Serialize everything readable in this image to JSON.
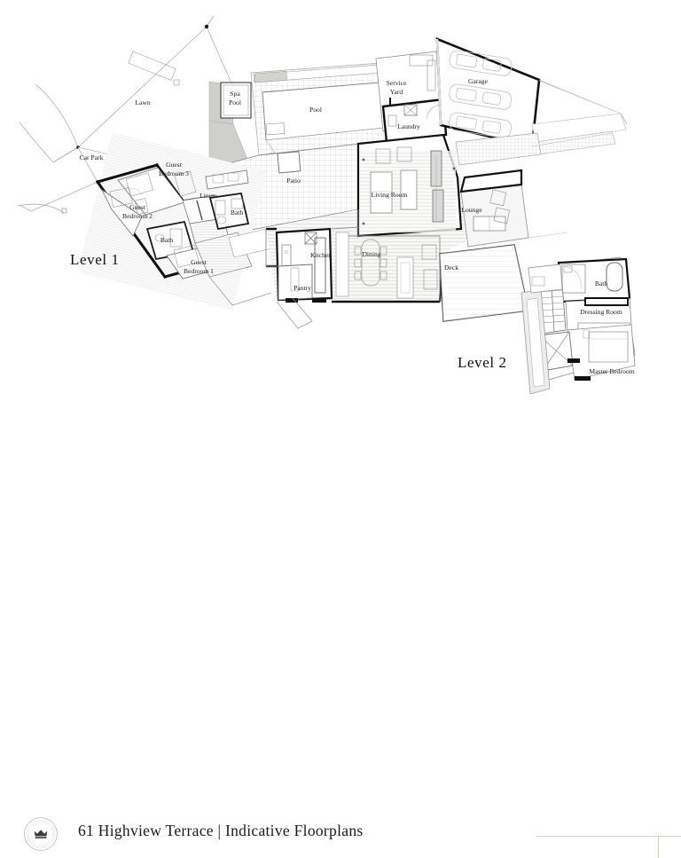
{
  "document": {
    "title": "61 Highview Terrace |  Indicative Floorplans",
    "logo_alt": "crown-seal-logo"
  },
  "levels": [
    {
      "id": "level-1",
      "label": "Level 1"
    },
    {
      "id": "level-2",
      "label": "Level 2"
    }
  ],
  "rooms": {
    "lawn": "Lawn",
    "car_park": "Car Park",
    "guest_bedroom_3": "Guest\nBedroom 3",
    "guest_bedroom_3_l1": "Guest",
    "guest_bedroom_3_l2": "Bedroom 3",
    "guest_bedroom_2_l1": "Guest",
    "guest_bedroom_2_l2": "Bedroom 2",
    "guest_bedroom_1_l1": "Guest",
    "guest_bedroom_1_l2": "Bedroom 1",
    "linen": "Linen",
    "bath_wing": "Bath",
    "bath_hall": "Bath",
    "spa_pool_l1": "Spa",
    "spa_pool_l2": "Pool",
    "pool": "Pool",
    "patio": "Patio",
    "service_yard_l1": "Service",
    "service_yard_l2": "Yard",
    "laundry": "Laundry",
    "garage": "Garage",
    "living_room": "Living Room",
    "lounge": "Lounge",
    "kitchen": "Kitchen",
    "pantry": "Pantry",
    "dining": "Dining",
    "deck": "Deck",
    "bath_level2": "Bath",
    "dressing_room": "Dressing Room",
    "master_bedroom": "Master Bedroom"
  },
  "style": {
    "wall_heavy": "#111111",
    "wall_light": "#6f6f6f",
    "line_thin": "#9a9a9a",
    "site_line": "#b4b4b4",
    "fill_paving": "#cfcfcb",
    "fill_floor": "#f4f4f2",
    "fill_water": "#ffffff",
    "text": "#1a1a1a",
    "footer_rule": "#d8d3c4",
    "background": "#ffffff"
  }
}
